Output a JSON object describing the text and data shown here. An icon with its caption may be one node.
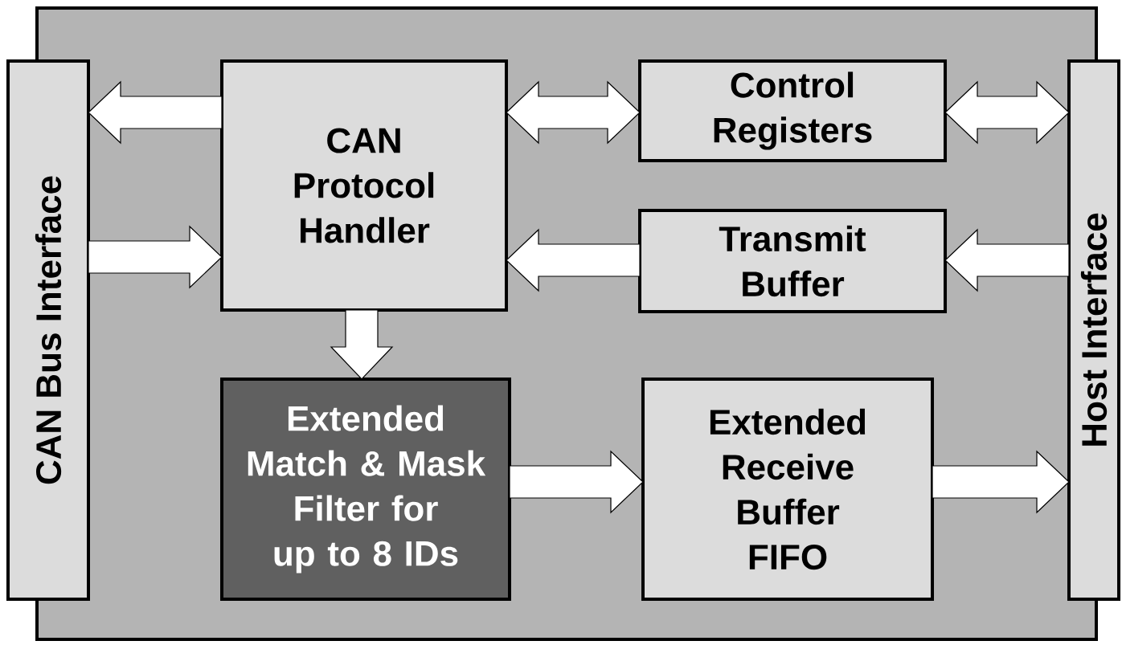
{
  "diagram": {
    "nodes": [
      {
        "text": [],
        "shape": "box"
      },
      {
        "text": [
          "CAN Bus Interface"
        ]
      },
      {
        "text": [
          "CAN Protocol Handler"
        ],
        "in": 0
      },
      {
        "text": [
          "Control Registers"
        ],
        "in": 0
      },
      {
        "text": [
          "Transmit Buffer"
        ],
        "in": 0
      },
      {
        "text": [
          "Extended Match & Mask Filter for up to 8 IDs"
        ],
        "in": 0
      },
      {
        "text": [
          "Extended Receive Buffer FIFO"
        ],
        "in": 0
      },
      {
        "text": [
          "Host Interface"
        ]
      }
    ],
    "edges": [
      {
        "from": 2,
        "to": 1,
        "arrow": "to"
      },
      {
        "from": 1,
        "to": 2,
        "arrow": "to"
      },
      {
        "from": 2,
        "to": 3,
        "arrow": "both"
      },
      {
        "from": 3,
        "to": 7,
        "arrow": "both"
      },
      {
        "from": 7,
        "to": 4,
        "arrow": "to"
      },
      {
        "from": 4,
        "to": 2,
        "arrow": "to"
      },
      {
        "from": 2,
        "to": 5,
        "arrow": "to"
      },
      {
        "from": 5,
        "to": 6,
        "arrow": "to"
      },
      {
        "from": 6,
        "to": 7,
        "arrow": "to"
      }
    ]
  }
}
